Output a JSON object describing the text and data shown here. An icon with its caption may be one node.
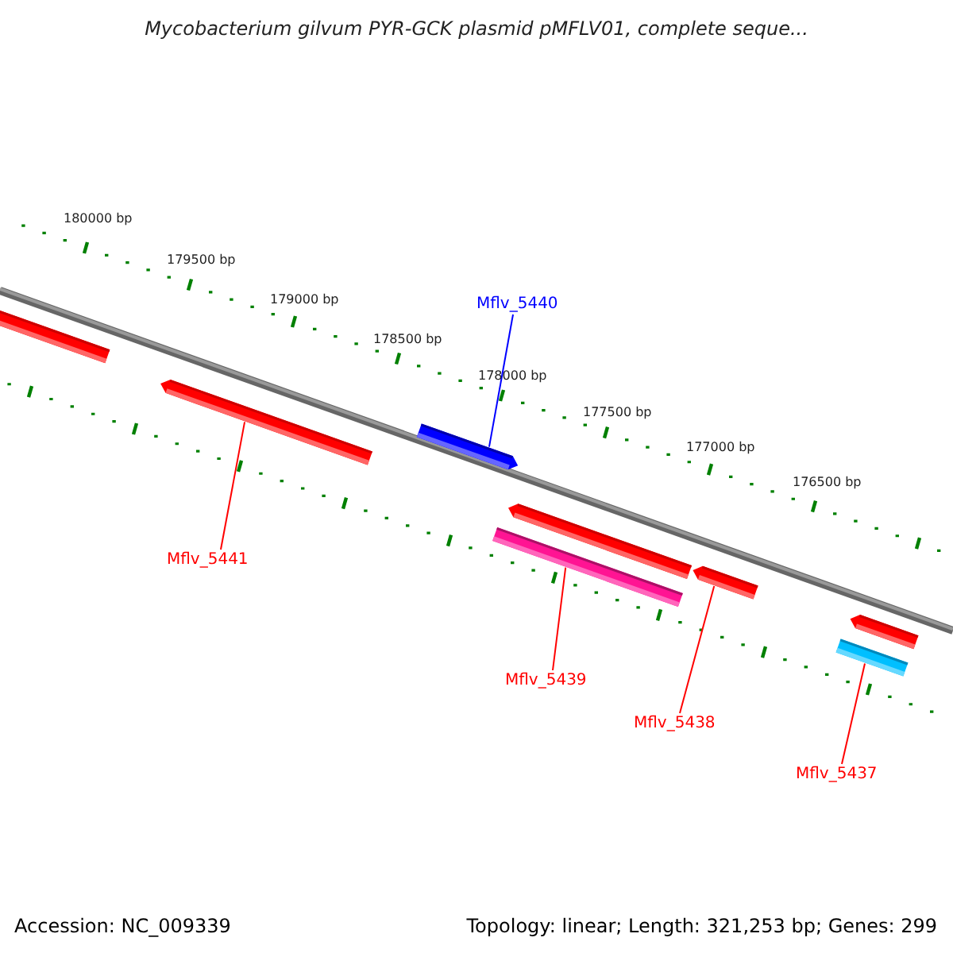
{
  "diagram": {
    "title": "Mycobacterium gilvum PYR-GCK plasmid pMFLV01, complete seque...",
    "nodes": [
      {
        "text": [
          "Mflv_5440"
        ]
      },
      {
        "text": [],
        "shape": "bar"
      },
      {
        "text": [],
        "shape": "bar"
      },
      {
        "text": [],
        "shape": "bar"
      },
      {
        "text": [],
        "shape": "bar"
      },
      {
        "text": [],
        "shape": "bar"
      },
      {
        "text": [],
        "shape": "bar"
      },
      {
        "text": [],
        "shape": "bar"
      },
      {
        "text": [],
        "shape": "bar"
      },
      {
        "text": [
          "Mflv_5441"
        ]
      },
      {
        "text": [
          "Mflv_5439"
        ]
      },
      {
        "text": [
          "Mflv_5438"
        ]
      },
      {
        "text": [
          "Mflv_5437"
        ]
      }
    ],
    "edges": [
      {
        "from": 0,
        "to": 3,
        "arrow": "none",
        "color": "#0000ff"
      },
      {
        "from": 9,
        "to": 2,
        "arrow": "none"
      },
      {
        "from": 10,
        "to": 5,
        "arrow": "none"
      },
      {
        "from": 11,
        "to": 6,
        "arrow": "none"
      },
      {
        "from": 12,
        "to": 8,
        "arrow": "none"
      }
    ],
    "labels": [
      "180000 bp",
      "179500 bp",
      "179000 bp",
      "178500 bp",
      "178000 bp",
      "177500 bp",
      "177000 bp",
      "176500 bp",
      "Accession: NC_009339",
      "Topology: linear; Length: 321,253 bp; Genes: 299"
    ]
  }
}
